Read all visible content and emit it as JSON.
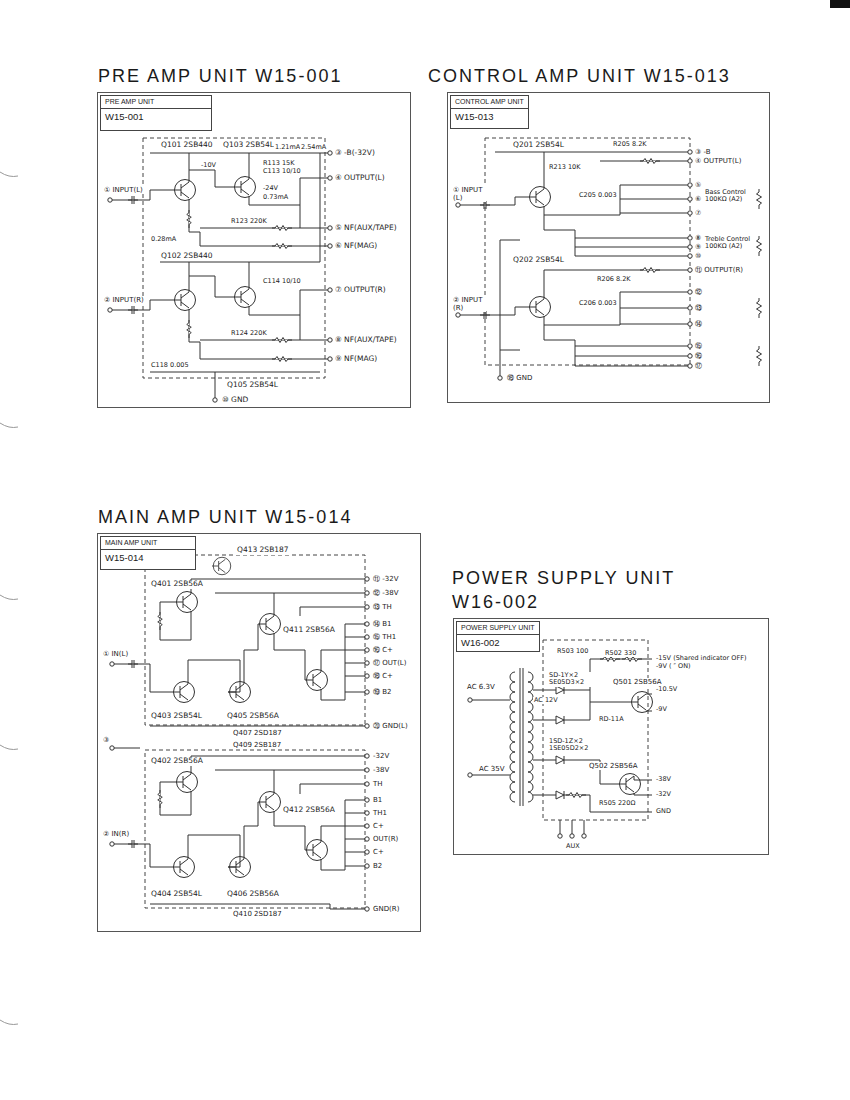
{
  "diagram": {
    "nodes": [
      {
        "text": [
          "PRE AMP UNIT W15-001"
        ]
      },
      {
        "text": [
          "PRE AMP UNIT",
          "W15-001"
        ],
        "in": 0
      },
      {
        "text": [
          "CONTROL AMP UNIT W15-013"
        ]
      },
      {
        "text": [
          "CONTROL AMP UNIT",
          "W15-013"
        ],
        "in": 2
      },
      {
        "text": [
          "MAIN AMP UNIT W15-014"
        ]
      },
      {
        "text": [
          "MAIN AMP UNIT",
          "W15-014"
        ],
        "in": 4
      },
      {
        "text": [
          "POWER SUPPLY UNIT W16-002"
        ]
      },
      {
        "text": [
          "POWER SUPPLY UNIT",
          "W16-002"
        ],
        "in": 6
      }
    ],
    "labels": [
      "Q101 2SB440",
      "Q103 2SB54L",
      "1.21mA",
      "2.54mA",
      "③ -B(-32V)",
      "R113 15K",
      "C113 10/10",
      "④ OUTPUT(L)",
      "-10V",
      "-24V",
      "① INPUT(L)",
      "0.73mA",
      "R123 220K",
      "⑤ NF(AUX/TAPE)",
      "⑥ NF(MAG)",
      "0.28mA",
      "Q102 2SB440",
      "⑦ OUTPUT(R)",
      "C114 10/10",
      "② INPUT(R)",
      "R124 220K",
      "⑧ NF(AUX/TAPE)",
      "⑨ NF(MAG)",
      "C118 0.005",
      "Q105 2SB54L",
      "⑩ GND",
      "Q201 2SB54L",
      "R205 8.2K",
      "③ -B",
      "④ OUTPUT(L)",
      "R213 10K",
      "⑤",
      "⑥",
      "⑦",
      "Bass Control 100KΩ (A2)",
      "① INPUT (L)",
      "⑧",
      "⑨",
      "⑩",
      "Treble Control 100KΩ (A2)",
      "Q202 2SB54L",
      "R206 8.2K",
      "⑪ OUTPUT(R)",
      "② INPUT (R)",
      "⑫",
      "⑬",
      "⑭",
      "⑮",
      "⑯",
      "⑰",
      "⑱ GND",
      "C205 0.003",
      "C206 0.003",
      "Q413 2SB187",
      "Q401 2SB56A",
      "⑪ -32V",
      "⑫ -38V",
      "⑬ TH",
      "Q411 2SB56A",
      "⑭ B1",
      "⑮ TH1",
      "⑯ C+",
      "⑰ OUT(L)",
      "⑱ C+",
      "① IN(L)",
      "⑲ B2",
      "Q403 2SB54L",
      "Q405 2SB56A",
      "⑳ GND(L)",
      "Q407 2SD187",
      "Q409 2SB187",
      "③",
      "Q402 2SB56A",
      "-32V",
      "-38V",
      "TH",
      "Q412 2SB56A",
      "B1",
      "TH1",
      "C+",
      "OUT(R)",
      "C+",
      "② IN(R)",
      "B2",
      "Q404 2SB54L",
      "Q406 2SB56A",
      "Q410 2SD187",
      "GND(R)",
      "R503 100",
      "R502 330",
      "-15V (Shared indicator OFF)",
      "-9V ( ″ ON)",
      "SD-1Y×2 SE05D3×2",
      "AC 6.3V",
      "AC 12V",
      "Q501 2SB56A",
      "-10.5V",
      "RD-11A",
      "-9V",
      "AC 35V",
      "1SD-1Z×2 1SE05D2×2",
      "Q502 2SB56A",
      "-38V",
      "R505 220Ω",
      "-32V",
      "GND",
      "AUX"
    ]
  }
}
